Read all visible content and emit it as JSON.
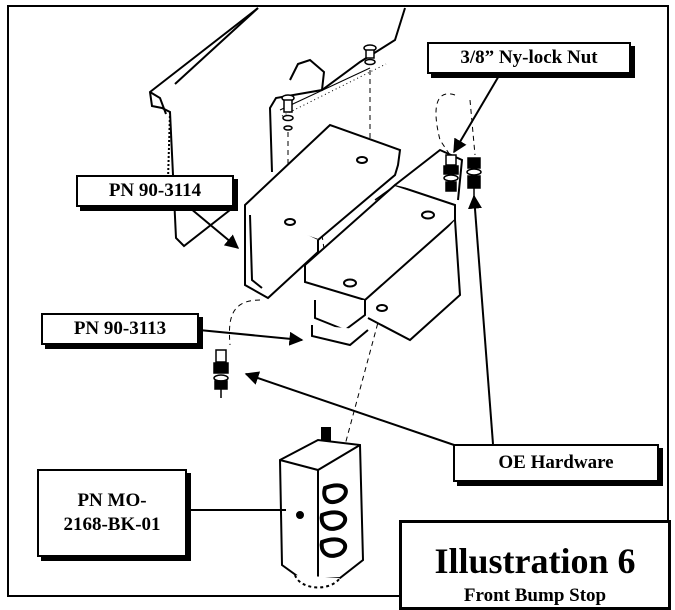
{
  "labels": {
    "nut": "3/8” Ny-lock Nut",
    "pn_3114": "PN 90-3114",
    "pn_3113": "PN 90-3113",
    "oe_hardware": "OE Hardware",
    "pn_mo": "PN MO-\n2168-BK-01"
  },
  "title": {
    "main": "Illustration 6",
    "sub": "Front Bump Stop"
  },
  "colors": {
    "line": "#000000",
    "background": "#ffffff"
  }
}
